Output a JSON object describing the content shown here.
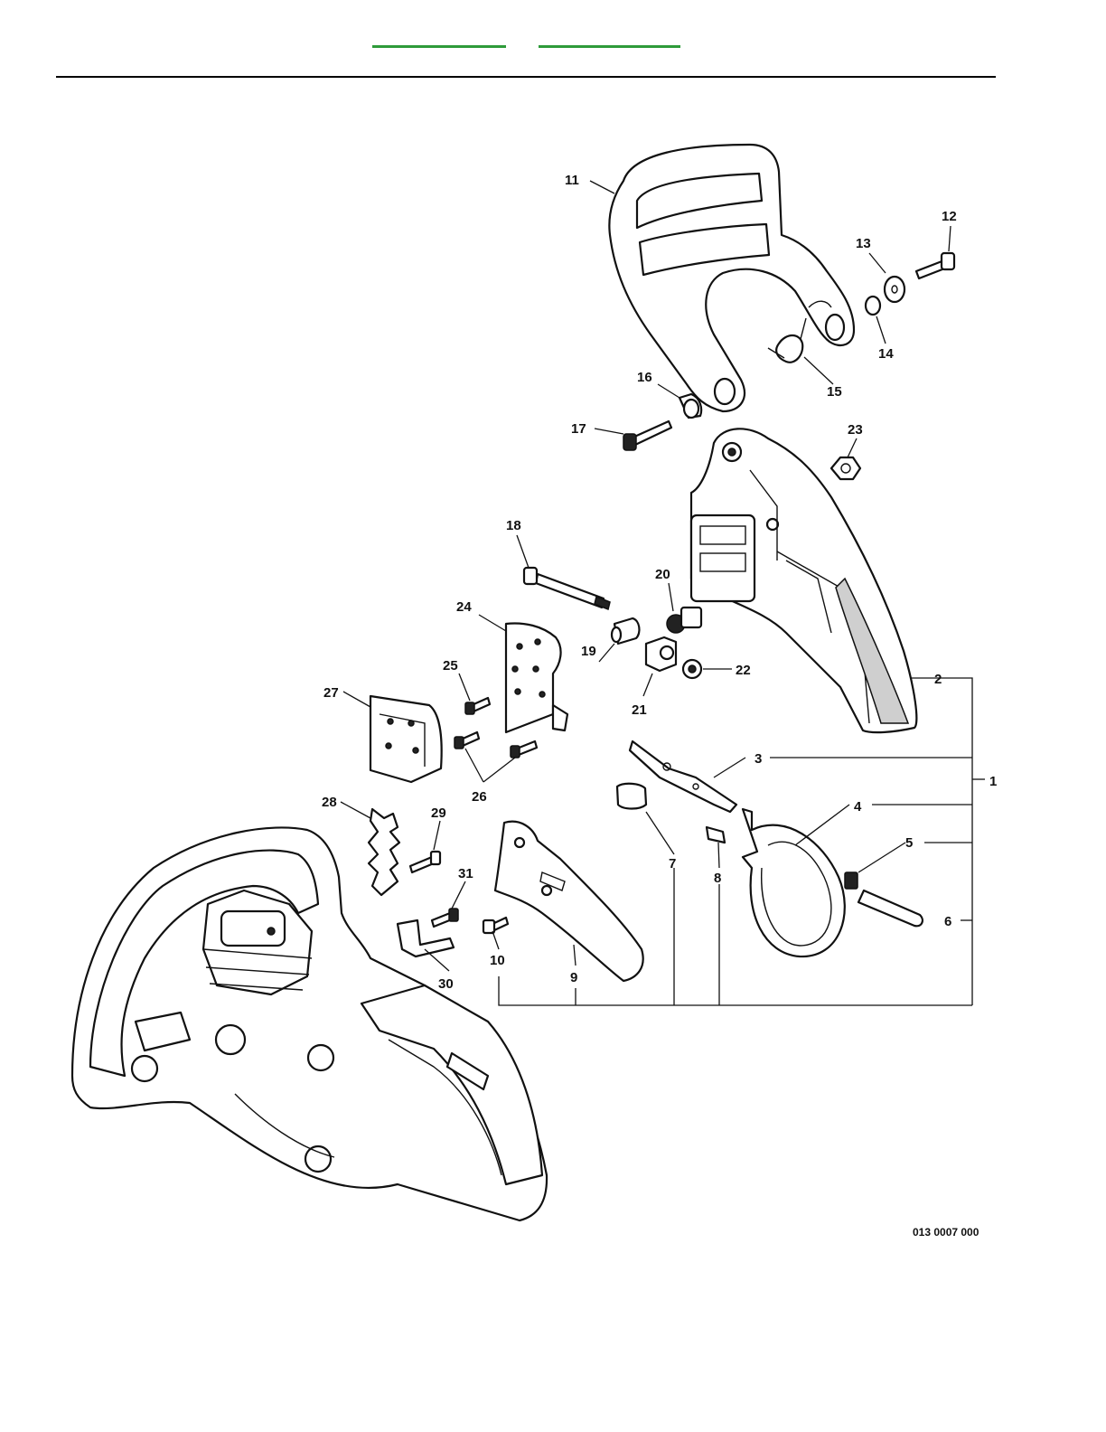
{
  "nav": {
    "links": [
      "",
      ""
    ]
  },
  "diagram": {
    "callouts": {
      "c1": "1",
      "c2": "2",
      "c3": "3",
      "c4": "4",
      "c5": "5",
      "c6": "6",
      "c7": "7",
      "c8": "8",
      "c9": "9",
      "c10": "10",
      "c11": "11",
      "c12": "12",
      "c13": "13",
      "c14": "14",
      "c15": "15",
      "c16": "16",
      "c17": "17",
      "c18": "18",
      "c19": "19",
      "c20": "20",
      "c21": "21",
      "c22": "22",
      "c23": "23",
      "c24": "24",
      "c25": "25",
      "c26": "26",
      "c27": "27",
      "c28": "28",
      "c29": "29",
      "c30": "30",
      "c31": "31"
    },
    "drawing_code": "013 0007 000"
  },
  "colors": {
    "link_underline": "#2e9b3a",
    "line": "#111111",
    "background": "#ffffff"
  }
}
